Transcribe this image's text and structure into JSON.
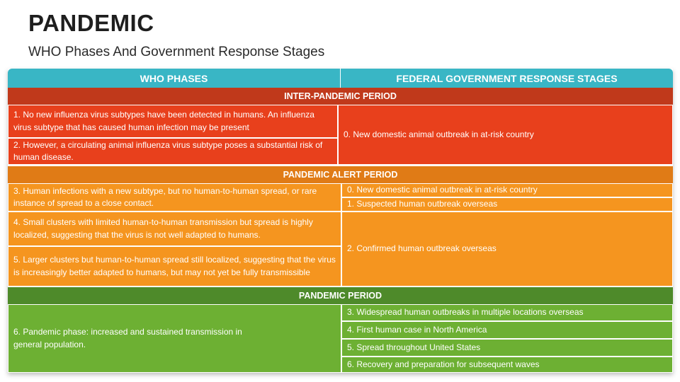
{
  "page": {
    "title": "PANDEMIC",
    "subtitle": "WHO Phases And Government Response Stages"
  },
  "table": {
    "headers": {
      "left": "WHO PHASES",
      "right": "FEDERAL GOVERNMENT RESPONSE STAGES"
    },
    "colors": {
      "header": "#39b6c5",
      "inter_band": "#c0391b",
      "inter_cells": "#e8401c",
      "alert_band": "#e07b16",
      "alert_cells": "#f5951f",
      "pandemic_band": "#4e8a2a",
      "pandemic_cells": "#6db033"
    },
    "inter_pandemic": {
      "label": "INTER-PANDEMIC PERIOD",
      "who": [
        "1. No new influenza virus subtypes have been detected in humans. An influenza virus subtype that has caused human infection may be present",
        "2. However, a circulating animal influenza virus subtype poses a substantial risk of human disease."
      ],
      "gov": [
        "0. New domestic animal outbreak in at-risk country"
      ]
    },
    "pandemic_alert": {
      "label": "PANDEMIC ALERT PERIOD",
      "who": [
        "3. Human infections with a new subtype, but no human-to-human spread, or rare instance of spread to a close contact.",
        "4. Small clusters with limited human-to-human transmission but spread is highly localized, suggesting that the virus is not well adapted to humans.",
        "5. Larger clusters but human-to-human spread still localized, suggesting that the virus is increasingly better adapted to humans, but may not yet be fully transmissible"
      ],
      "gov": [
        "0. New domestic animal outbreak in at-risk country",
        "1. Suspected human outbreak overseas",
        "2. Confirmed human outbreak overseas"
      ]
    },
    "pandemic": {
      "label": "PANDEMIC PERIOD",
      "who": [
        "6. Pandemic phase: increased and sustained transmission in general population."
      ],
      "gov": [
        "3. Widespread human outbreaks in multiple locations overseas",
        "4. First human case in North America",
        "5. Spread throughout United States",
        "6. Recovery and preparation for subsequent waves"
      ]
    }
  }
}
